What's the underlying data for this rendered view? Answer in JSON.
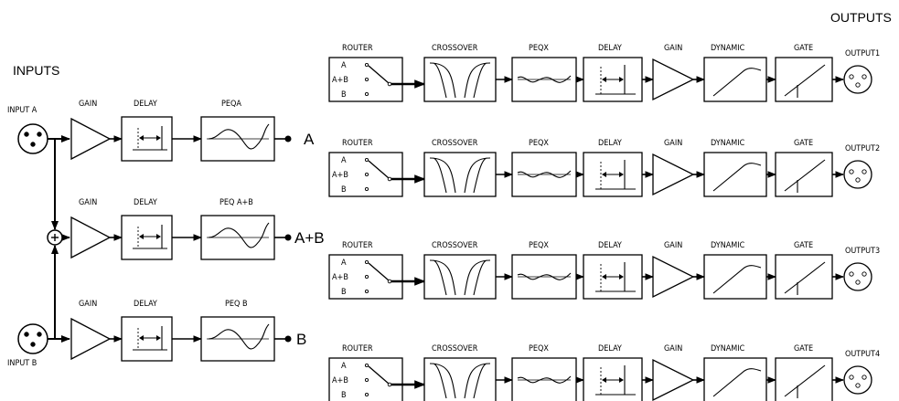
{
  "headers": {
    "inputs": "INPUTS",
    "outputs": "OUTPUTS"
  },
  "input_labels": {
    "a": "INPUT A",
    "b": "INPUT B"
  },
  "input_section": {
    "gain_label": "GAIN",
    "delay_label": "DELAY",
    "rows": [
      {
        "peq_label": "PEQA",
        "bus": "A"
      },
      {
        "peq_label": "PEQ A+B",
        "bus": "A+B"
      },
      {
        "peq_label": "PEQ B",
        "bus": "B"
      }
    ]
  },
  "output_section": {
    "block_labels": {
      "router": "ROUTER",
      "crossover": "CROSSOVER",
      "peqx": "PEQX",
      "delay": "DELAY",
      "gain": "GAIN",
      "dynamic": "DYNAMIC",
      "gate": "GATE"
    },
    "router_options": [
      "A",
      "A+B",
      "B"
    ],
    "outputs": [
      "OUTPUT1",
      "OUTPUT2",
      "OUTPUT3",
      "OUTPUT4"
    ]
  }
}
